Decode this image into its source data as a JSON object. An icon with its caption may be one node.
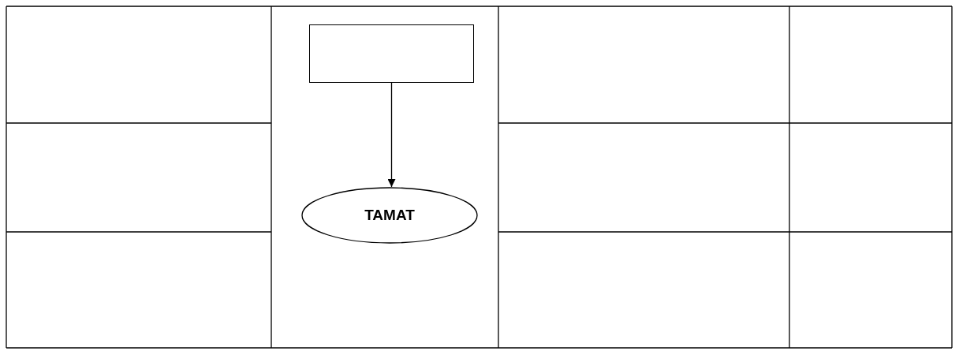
{
  "diagram": {
    "nodes": [
      {
        "text": [],
        "shape": "box"
      },
      {
        "text": [
          "TAMAT"
        ]
      }
    ],
    "edges": [
      {
        "from": 0,
        "to": 1,
        "arrow": "to"
      }
    ]
  }
}
